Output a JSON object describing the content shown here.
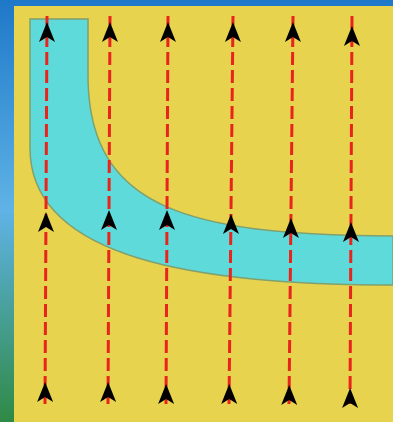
{
  "colors": {
    "field_background": "#e7d34d",
    "frame_gradient_top": "#1e78c8",
    "frame_gradient_middle": "#5fb3e6",
    "frame_gradient_bottom": "#2f8a45",
    "channel_fill": "#5fdada",
    "channel_outline": "#7fa070",
    "field_line": "#e8241c",
    "arrowhead": "#000000"
  },
  "icons": {
    "arrowhead": "up-arrow-icon"
  },
  "field_line_count": 6,
  "arrows_per_line": 3,
  "arrow_direction": "up"
}
